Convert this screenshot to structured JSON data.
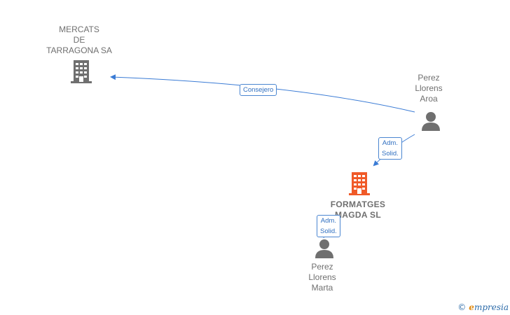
{
  "nodes": {
    "mercats": {
      "lines": [
        "MERCATS",
        "DE",
        "TARRAGONA SA"
      ],
      "kind": "company",
      "color": "#6f6f6f"
    },
    "formatges": {
      "lines": [
        "FORMATGES",
        "MAGDA SL"
      ],
      "kind": "company",
      "color": "#f05a28"
    },
    "aroa": {
      "lines": [
        "Perez",
        "Llorens",
        "Aroa"
      ],
      "kind": "person",
      "color": "#6f6f6f"
    },
    "marta": {
      "lines": [
        "Perez",
        "Llorens",
        "Marta"
      ],
      "kind": "person",
      "color": "#6f6f6f"
    }
  },
  "edges": {
    "consejero": {
      "lines": [
        "Consejero"
      ],
      "from": "aroa",
      "to": "mercats"
    },
    "adm_aroa": {
      "lines": [
        "Adm.",
        "Solid."
      ],
      "from": "aroa",
      "to": "formatges"
    },
    "adm_marta": {
      "lines": [
        "Adm.",
        "Solid."
      ],
      "from": "marta",
      "to": "formatges"
    }
  },
  "edge_color": "#3a7bd5",
  "watermark": {
    "copyright": "©",
    "brand_initial": "e",
    "brand_rest": "mpresia"
  }
}
